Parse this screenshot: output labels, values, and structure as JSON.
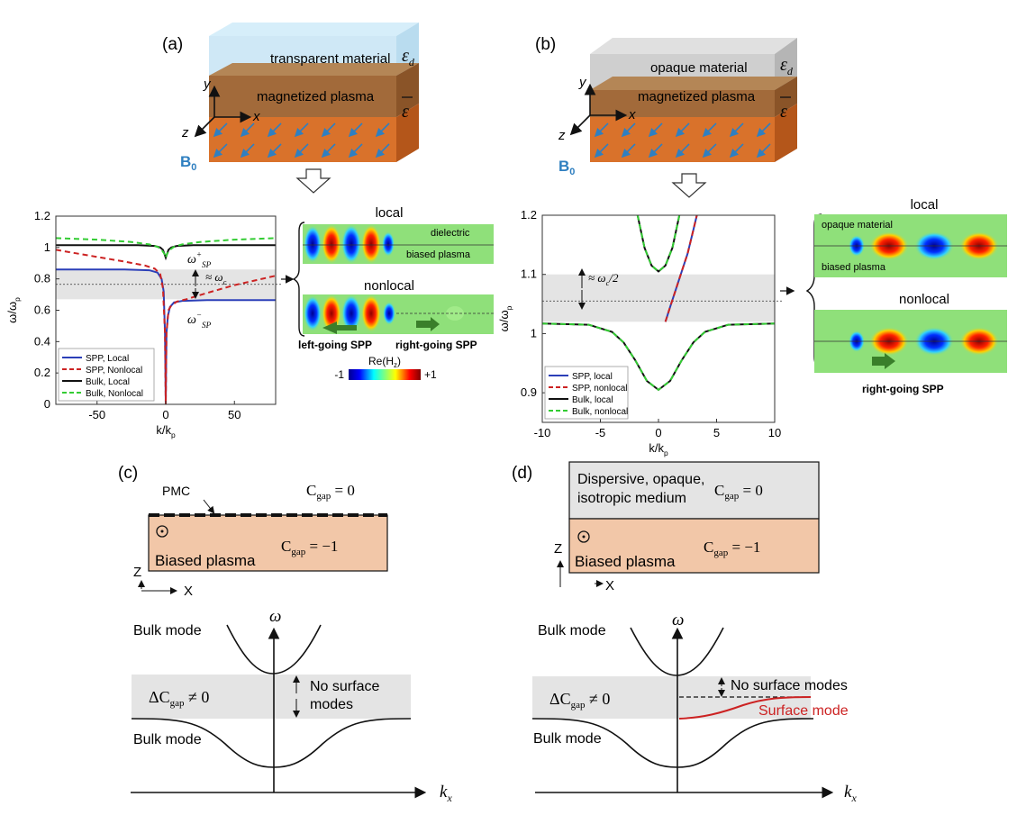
{
  "panels": {
    "a": {
      "label": "(a)",
      "top_layer": "transparent material",
      "plasma_layer": "magnetized plasma",
      "eps_d": "ε",
      "eps_d_sub": "d",
      "eps_bar": "ε",
      "axis_y": "y",
      "axis_x": "x",
      "axis_z": "z",
      "b0": "B",
      "b0_sub": "0"
    },
    "b": {
      "label": "(b)",
      "top_layer": "opaque material",
      "plasma_layer": "magnetized plasma",
      "eps_d": "ε",
      "eps_d_sub": "d",
      "eps_bar": "ε",
      "axis_y": "y",
      "axis_x": "x",
      "axis_z": "z",
      "b0": "B",
      "b0_sub": "0"
    },
    "c": {
      "label": "(c)",
      "pmc": "PMC",
      "cgap_top": "0",
      "cgap_bottom": "−1",
      "plasma_label": "Biased plasma",
      "axis_z": "Z",
      "axis_x": "X",
      "bulk_top": "Bulk mode",
      "bulk_bottom": "Bulk mode",
      "delta_c": "ΔC",
      "delta_c_rel": "≠ 0",
      "no_surface": [
        "No surface",
        "modes"
      ],
      "omega": "ω",
      "kx": "k",
      "kx_sub": "x"
    },
    "d": {
      "label": "(d)",
      "medium_lines": [
        "Dispersive, opaque,",
        "isotropic medium"
      ],
      "cgap_top": "0",
      "cgap_bottom": "−1",
      "plasma_label": "Biased plasma",
      "axis_z": "Z",
      "axis_x": "X",
      "bulk_top": "Bulk mode",
      "bulk_bottom": "Bulk mode",
      "delta_c": "ΔC",
      "delta_c_rel": "≠ 0",
      "no_surface": "No surface modes",
      "surface_mode": "Surface mode",
      "omega": "ω",
      "kx": "k",
      "kx_sub": "x"
    }
  },
  "cgap_word": "C",
  "cgap_sub": "gap",
  "field_maps": {
    "a": {
      "local_title": "local",
      "nonlocal_title": "nonlocal",
      "dielectric": "dielectric",
      "biased_plasma": "biased plasma",
      "left_going": "left-going SPP",
      "right_going": "right-going SPP",
      "colorbar_title": "Re(H",
      "colorbar_title_sub": "z",
      "colorbar_min": "-1",
      "colorbar_max": "+1"
    },
    "b": {
      "local_title": "local",
      "nonlocal_title": "nonlocal",
      "opaque": "opaque material",
      "biased_plasma": "biased plasma",
      "right_going": "right-going SPP"
    }
  },
  "chart_data": [
    {
      "type": "line",
      "panel": "a",
      "xlabel": "k/k",
      "xlabel_sub": "p",
      "ylabel": "ω/ω",
      "ylabel_sub": "p",
      "xlim": [
        -80,
        80
      ],
      "ylim": [
        0,
        1.2
      ],
      "xticks": [
        -50,
        0,
        50
      ],
      "yticks": [
        0,
        0.2,
        0.4,
        0.6,
        0.8,
        1.0,
        1.2
      ],
      "ytick_labels": [
        "0",
        "0.2",
        "0.4",
        "0.6",
        "0.8",
        "1",
        "1.2"
      ],
      "gap_band": [
        0.67,
        0.86
      ],
      "center_line": 0.765,
      "annotations": {
        "omega_sp_plus": "ω",
        "omega_sp_plus_sub": "SP",
        "omega_sp_plus_sup": "+",
        "omega_sp_minus": "ω",
        "omega_sp_minus_sub": "SP",
        "omega_sp_minus_sup": "−",
        "omega_c": "≈ ω",
        "omega_c_sub": "c"
      },
      "legend": [
        "SPP, Local",
        "SPP, Nonlocal",
        "Bulk, Local",
        "Bulk, Nonlocal"
      ],
      "legend_position": "lower-left",
      "series": [
        {
          "name": "SPP, Local",
          "color": "#2b3fb8",
          "style": "solid",
          "x": [
            -80,
            -30,
            -12,
            -6,
            -3,
            -1.5,
            -0.5,
            0,
            0.5,
            1.5,
            3,
            6,
            12,
            30,
            80
          ],
          "y": [
            0.86,
            0.86,
            0.855,
            0.84,
            0.8,
            0.72,
            0.45,
            0,
            0.45,
            0.56,
            0.62,
            0.65,
            0.66,
            0.665,
            0.665
          ]
        },
        {
          "name": "SPP, Nonlocal",
          "color": "#cc2222",
          "style": "dashed",
          "x": [
            -80,
            -50,
            -30,
            -15,
            -8,
            -4,
            -2,
            -0.5,
            0,
            0.5,
            2,
            4,
            8,
            15,
            30,
            50,
            80
          ],
          "y": [
            0.985,
            0.94,
            0.91,
            0.885,
            0.865,
            0.83,
            0.74,
            0.45,
            0,
            0.45,
            0.6,
            0.63,
            0.655,
            0.67,
            0.71,
            0.76,
            0.82
          ]
        },
        {
          "name": "Bulk, Local",
          "color": "#111111",
          "style": "solid",
          "x": [
            -80,
            -20,
            -8,
            -4,
            -2,
            -1,
            0,
            1,
            2,
            4,
            8,
            20,
            80
          ],
          "y": [
            1.015,
            1.015,
            1.01,
            1.0,
            0.985,
            0.96,
            0.935,
            0.96,
            0.985,
            1.0,
            1.01,
            1.015,
            1.015
          ]
        },
        {
          "name": "Bulk, Nonlocal",
          "color": "#33cc33",
          "style": "dashed",
          "x": [
            -80,
            -50,
            -25,
            -12,
            -6,
            -3,
            -1,
            0,
            1,
            3,
            6,
            12,
            25,
            50,
            80
          ],
          "y": [
            1.06,
            1.05,
            1.035,
            1.02,
            1.005,
            0.985,
            0.96,
            0.935,
            0.96,
            0.985,
            1.005,
            1.02,
            1.035,
            1.05,
            1.06
          ]
        }
      ]
    },
    {
      "type": "line",
      "panel": "b",
      "xlabel": "k/k",
      "xlabel_sub": "p",
      "ylabel": "ω/ω",
      "ylabel_sub": "p",
      "xlim": [
        -10,
        10
      ],
      "ylim": [
        0.85,
        1.2
      ],
      "xticks": [
        -10,
        -5,
        0,
        5,
        10
      ],
      "yticks": [
        0.9,
        1.0,
        1.1,
        1.2
      ],
      "ytick_labels": [
        "0.9",
        "1",
        "1.1",
        "1.2"
      ],
      "gap_band": [
        1.02,
        1.1
      ],
      "center_line": 1.055,
      "annotations": {
        "omega_c_half": "≈ ω",
        "omega_c_half_sub": "c",
        "omega_c_half_tail": "/2"
      },
      "legend": [
        "SPP, local",
        "SPP, nonlocal",
        "Bulk, local",
        "Bulk, nonlocal"
      ],
      "legend_position": "lower-left",
      "series": [
        {
          "name": "SPP, local",
          "color": "#2b3fb8",
          "style": "solid",
          "x": [
            0.6,
            1.0,
            1.5,
            2.0,
            2.5,
            3.0,
            3.3
          ],
          "y": [
            1.02,
            1.045,
            1.075,
            1.105,
            1.135,
            1.175,
            1.2
          ]
        },
        {
          "name": "SPP, nonlocal",
          "color": "#cc2222",
          "style": "dashed",
          "x": [
            0.6,
            1.0,
            1.5,
            2.0,
            2.5,
            3.0,
            3.3
          ],
          "y": [
            1.02,
            1.045,
            1.075,
            1.105,
            1.135,
            1.175,
            1.2
          ]
        },
        {
          "name": "Bulk, local",
          "color": "#111111",
          "style": "solid",
          "x": [
            -10,
            -6,
            -4,
            -3,
            -2,
            -1,
            0,
            1,
            2,
            3,
            4,
            6,
            10
          ],
          "y": [
            1.017,
            1.015,
            1.003,
            0.985,
            0.955,
            0.92,
            0.905,
            0.92,
            0.955,
            0.985,
            1.003,
            1.015,
            1.017
          ]
        },
        {
          "name": "Bulk, nonlocal",
          "color": "#33cc33",
          "style": "dashed",
          "x": [
            -10,
            -6,
            -4,
            -3,
            -2,
            -1,
            0,
            1,
            2,
            3,
            4,
            6,
            10
          ],
          "y": [
            1.017,
            1.015,
            1.003,
            0.985,
            0.955,
            0.92,
            0.905,
            0.92,
            0.955,
            0.985,
            1.003,
            1.015,
            1.017
          ]
        },
        {
          "name": "Bulk upper",
          "color": "#111111",
          "style": "solid",
          "x": [
            -1.8,
            -1.2,
            -0.6,
            0,
            0.6,
            1.2,
            1.8
          ],
          "y": [
            1.2,
            1.145,
            1.115,
            1.105,
            1.115,
            1.145,
            1.2
          ]
        },
        {
          "name": "Bulk upper nonlocal",
          "color": "#33cc33",
          "style": "dashed",
          "x": [
            -1.8,
            -1.2,
            -0.6,
            0,
            0.6,
            1.2,
            1.8
          ],
          "y": [
            1.2,
            1.145,
            1.115,
            1.105,
            1.115,
            1.145,
            1.2
          ]
        }
      ]
    }
  ],
  "colors": {
    "plasma_orange": "#d9722b",
    "plasma_top": "#a26a3a",
    "transparent_blue": "#cfe8f6",
    "opaque_grey": "#cfcfcf",
    "gap_grey": "#e4e4e4",
    "field_green": "#8fe07a",
    "arrow_green": "#3a7f2a",
    "b0_blue": "#2f7fc0",
    "surface_red": "#cc2222",
    "plasma_box": "#f2c7a8"
  }
}
